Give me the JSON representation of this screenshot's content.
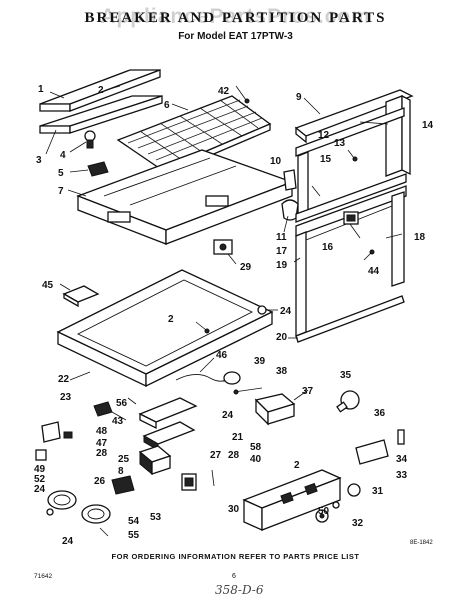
{
  "watermark": "AppliancePartsPros.com",
  "title": "BREAKER AND PARTITION PARTS",
  "subtitle": "For Model EAT 17PTW-3",
  "footer": "FOR ORDERING INFORMATION REFER TO PARTS PRICE LIST",
  "doc_code": "71642",
  "page_number": "6",
  "ref_code": "8E-1842",
  "handwritten": "358-D-6",
  "callouts": [
    "1",
    "2",
    "3",
    "4",
    "5",
    "6",
    "7",
    "42",
    "9",
    "14",
    "12",
    "13",
    "10",
    "15",
    "11",
    "17",
    "16",
    "18",
    "19",
    "44",
    "29",
    "45",
    "24",
    "2",
    "20",
    "22",
    "46",
    "39",
    "38",
    "37",
    "35",
    "36",
    "56",
    "23",
    "43",
    "48",
    "47",
    "28",
    "21",
    "24",
    "58",
    "40",
    "34",
    "33",
    "32",
    "31",
    "30",
    "50",
    "49",
    "52",
    "24",
    "25",
    "8",
    "26",
    "27",
    "28",
    "53",
    "54",
    "55",
    "24",
    "2"
  ]
}
